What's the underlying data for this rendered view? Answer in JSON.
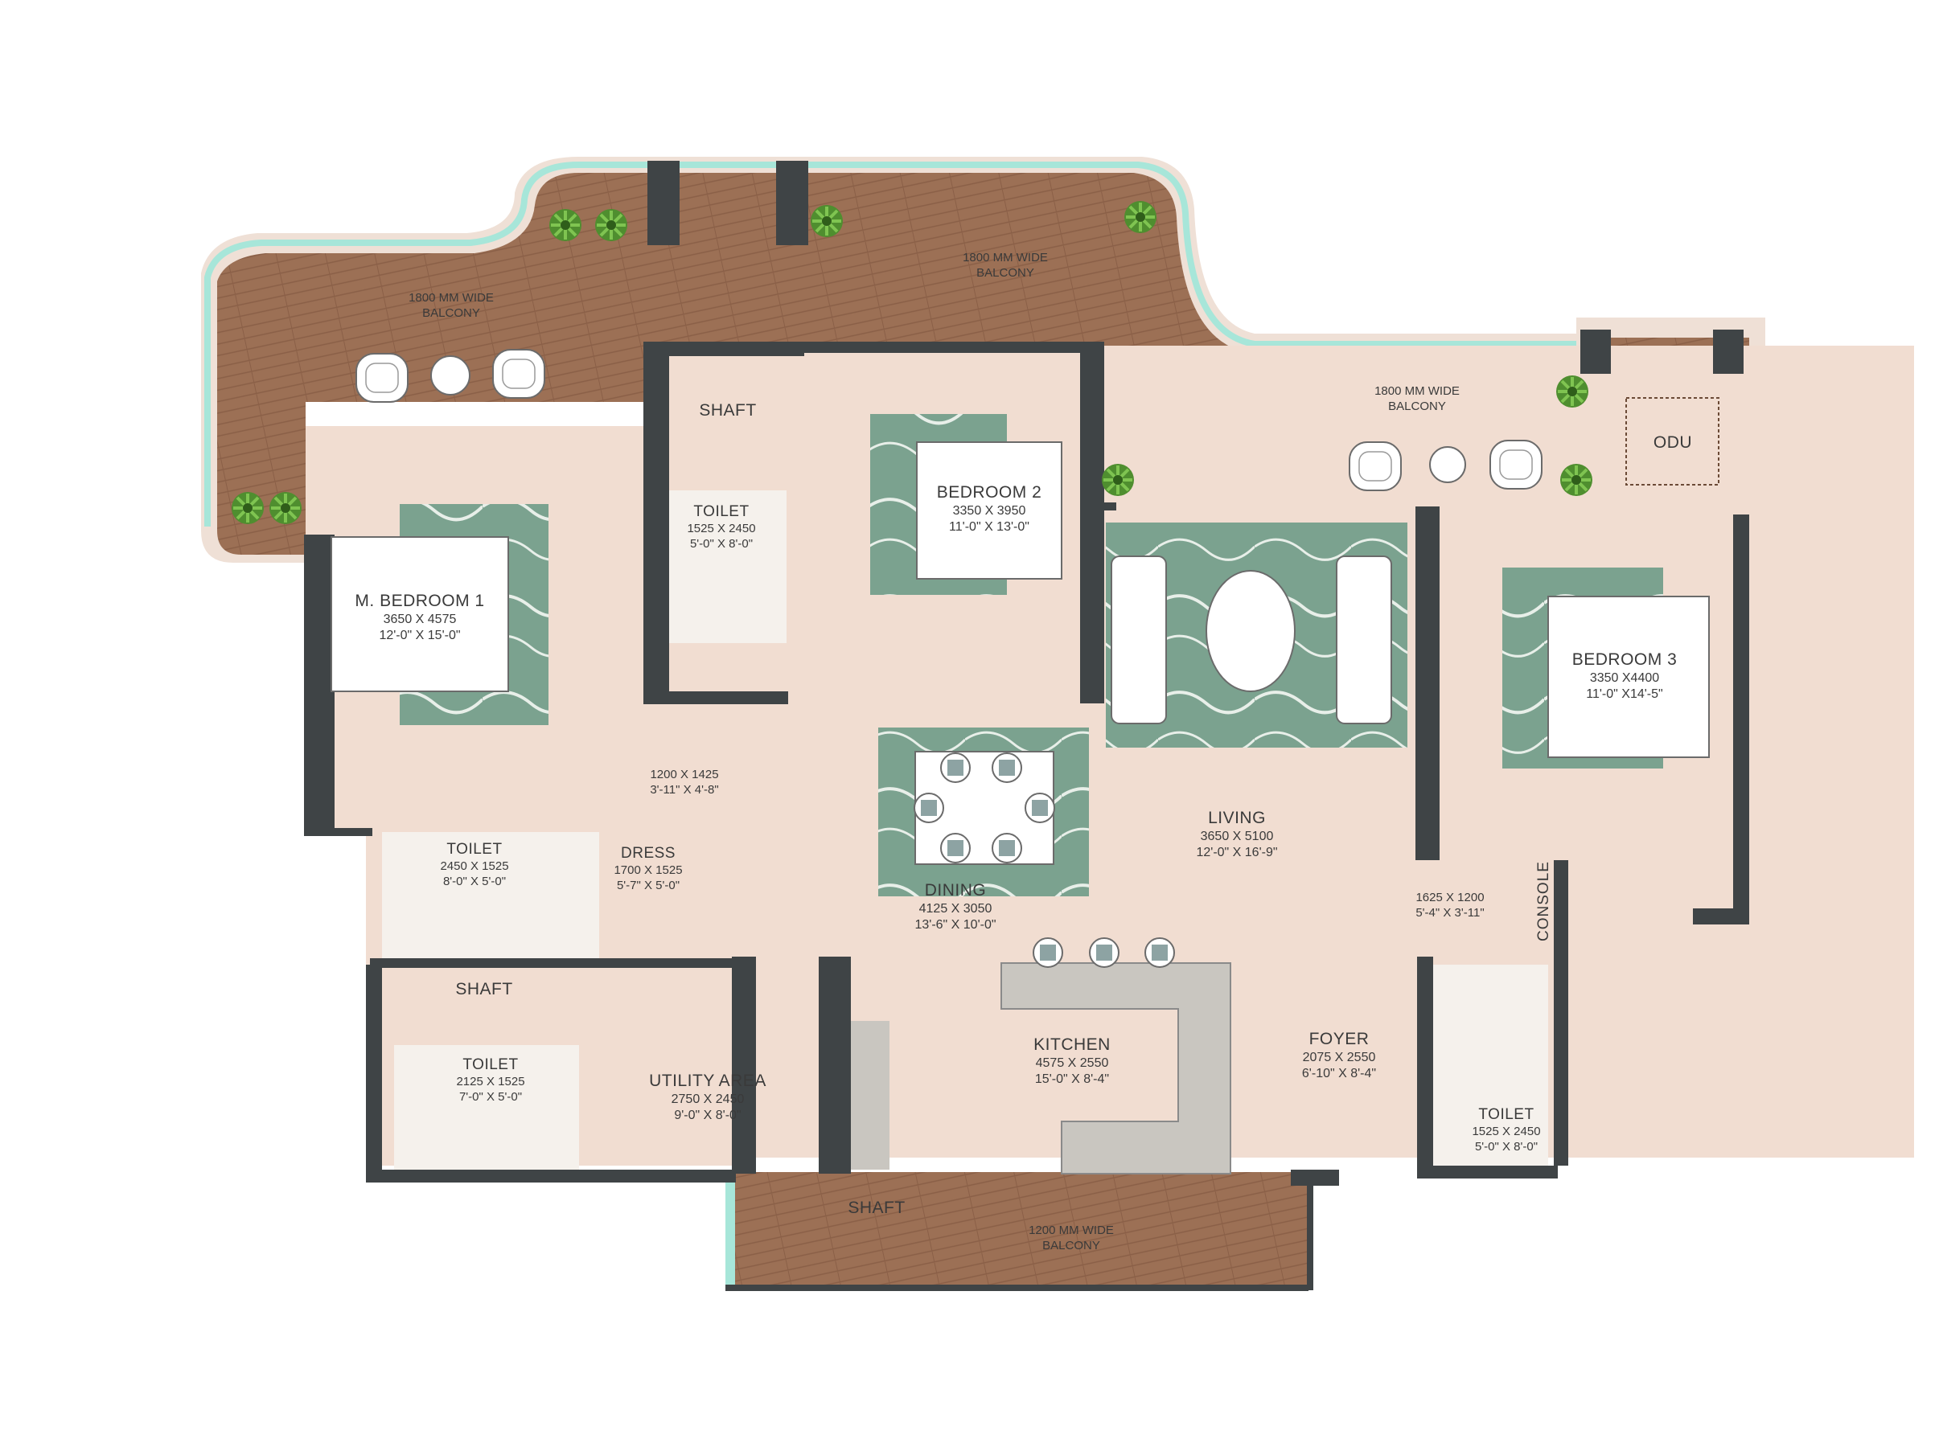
{
  "colors": {
    "deck": "#9c7055",
    "deck_dark": "#8a5f47",
    "parapet": "#efe0d6",
    "glass": "#a7e6d9",
    "wall": "#3f4446",
    "floor": "#f1ddd1",
    "rug": "#7ba28f",
    "rug_line": "#e8efe9",
    "toilet_floor": "#f5f1ec",
    "counter": "#c9c6c0",
    "plant": "#4f8e2f",
    "furniture": "#ffffff"
  },
  "balconies": {
    "left": {
      "line1": "1800 MM WIDE",
      "line2": "BALCONY"
    },
    "top": {
      "line1": "1800 MM WIDE",
      "line2": "BALCONY"
    },
    "right": {
      "line1": "1800 MM WIDE",
      "line2": "BALCONY"
    },
    "bottom": {
      "line1": "1200 MM WIDE",
      "line2": "BALCONY"
    }
  },
  "rooms": {
    "master_bedroom": {
      "name": "M. BEDROOM 1",
      "metric": "3650 X 4575",
      "imperial": "12'-0\" X 15'-0\""
    },
    "bedroom2": {
      "name": "BEDROOM 2",
      "metric": "3350 X 3950",
      "imperial": "11'-0\" X 13'-0\""
    },
    "bedroom3": {
      "name": "BEDROOM 3",
      "metric": "3350 X4400",
      "imperial": "11'-0\" X14'-5\""
    },
    "toilet_top": {
      "name": "TOILET",
      "metric": "1525 X 2450",
      "imperial": "5'-0\" X 8'-0\""
    },
    "passage_mbr": {
      "metric": "1200 X 1425",
      "imperial": "3'-11\" X 4'-8\""
    },
    "toilet_mbr": {
      "name": "TOILET",
      "metric": "2450 X 1525",
      "imperial": "8'-0\" X 5'-0\""
    },
    "dress": {
      "name": "DRESS",
      "metric": "1700 X 1525",
      "imperial": "5'-7\" X 5'-0\""
    },
    "dining": {
      "name": "DINING",
      "metric": "4125 X 3050",
      "imperial": "13'-6\" X 10'-0\""
    },
    "living": {
      "name": "LIVING",
      "metric": "3650 X 5100",
      "imperial": "12'-0\" X 16'-9\""
    },
    "passage_br3": {
      "metric": "1625 X 1200",
      "imperial": "5'-4\" X 3'-11\""
    },
    "toilet_utility": {
      "name": "TOILET",
      "metric": "2125 X 1525",
      "imperial": "7'-0\" X 5'-0\""
    },
    "utility": {
      "name": "UTILITY AREA",
      "metric": "2750 X 2450",
      "imperial": "9'-0\" X 8'-0\""
    },
    "kitchen": {
      "name": "KITCHEN",
      "metric": "4575 X 2550",
      "imperial": "15'-0\" X 8'-4\""
    },
    "foyer": {
      "name": "FOYER",
      "metric": "2075 X 2550",
      "imperial": "6'-10\" X 8'-4\""
    },
    "toilet_foyer": {
      "name": "TOILET",
      "metric": "1525 X 2450",
      "imperial": "5'-0\" X 8'-0\""
    }
  },
  "labels": {
    "shaft_top": "SHAFT",
    "shaft_utility": "SHAFT",
    "shaft_bottom": "SHAFT",
    "odu": "ODU",
    "console": "CONSOLE"
  }
}
